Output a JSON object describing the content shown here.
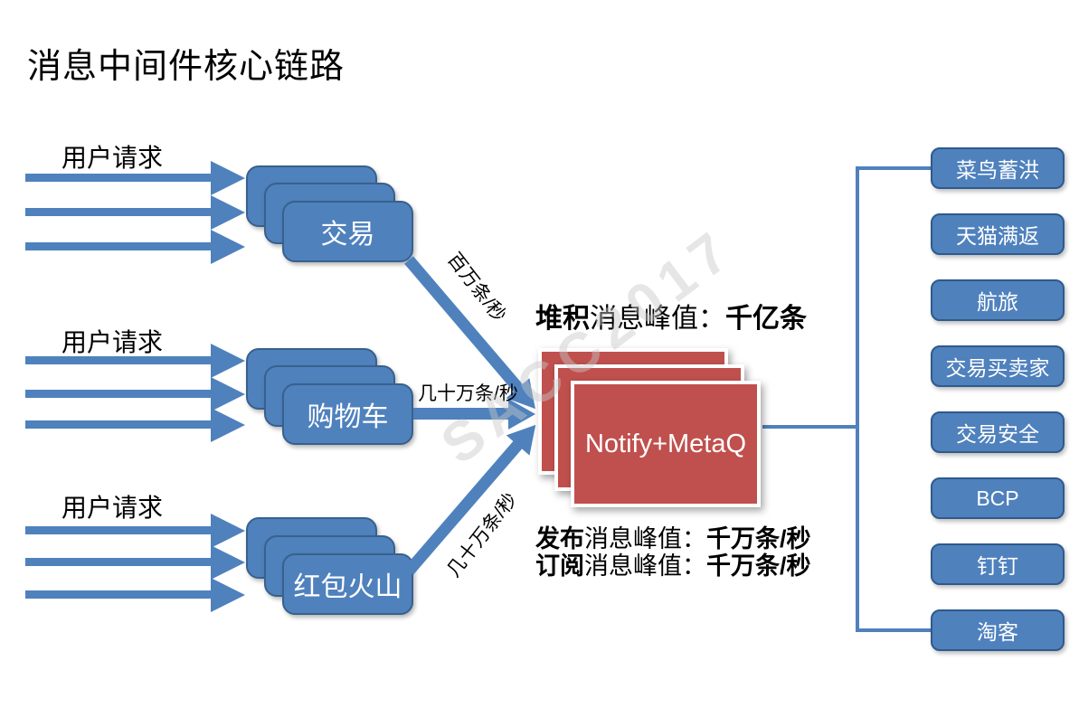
{
  "title": "消息中间件核心链路",
  "watermark": "SACC2017",
  "colors": {
    "box_blue": "#4F81BD",
    "box_blue_border": "#38618C",
    "hub_red": "#C0504D",
    "text": "#000000"
  },
  "sources": [
    {
      "label": "用户请求",
      "box": "交易",
      "rate": "百万条/秒"
    },
    {
      "label": "用户请求",
      "box": "购物车",
      "rate": "几十万条/秒"
    },
    {
      "label": "用户请求",
      "box": "红包火山",
      "rate": "几十万条/秒"
    }
  ],
  "hub": {
    "label": "Notify+MetaQ"
  },
  "stats": {
    "accumulate": {
      "prefix": "堆积",
      "mid": "消息峰值：",
      "value": "千亿条"
    },
    "publish": {
      "prefix": "发布",
      "mid": "消息峰值：",
      "value": "千万条/秒"
    },
    "subscribe": {
      "prefix": "订阅",
      "mid": "消息峰值：",
      "value": "千万条/秒"
    }
  },
  "consumers": [
    {
      "label": "菜鸟蓄洪"
    },
    {
      "label": "天猫满返"
    },
    {
      "label": "航旅"
    },
    {
      "label": "交易买卖家"
    },
    {
      "label": "交易安全"
    },
    {
      "label": "BCP"
    },
    {
      "label": "钉钉"
    },
    {
      "label": "淘客"
    }
  ]
}
